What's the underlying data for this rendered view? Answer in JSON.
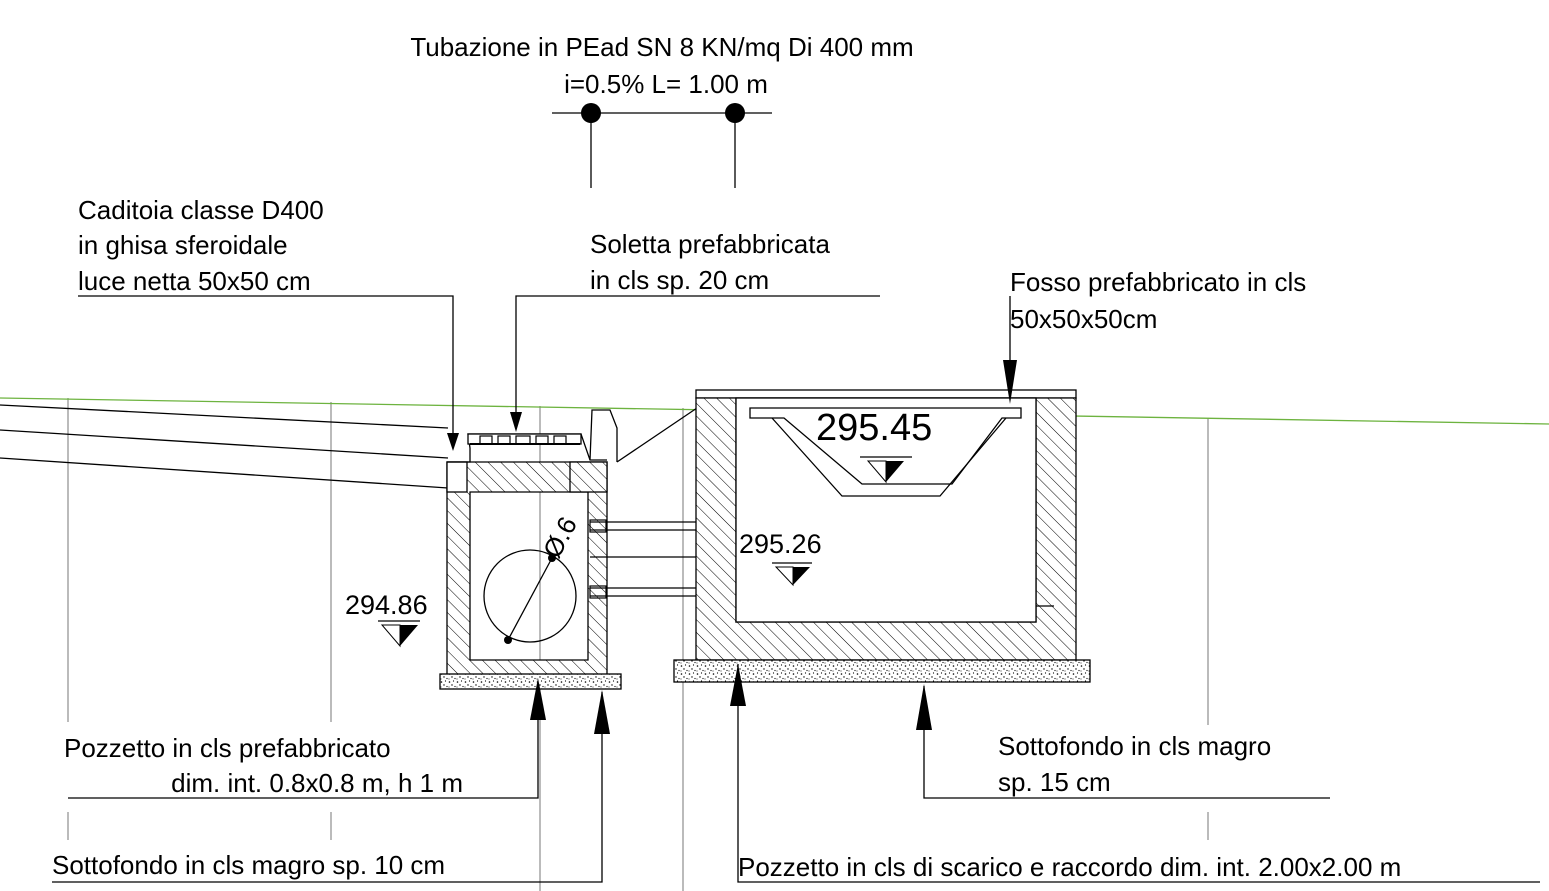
{
  "labels": {
    "pipe_line1": "Tubazione in PEad  SN 8 KN/mq Di 400 mm",
    "pipe_line2": "i=0.5% L= 1.00 m",
    "grate_line1": "Caditoia classe D400",
    "grate_line2": "in ghisa sferoidale",
    "grate_line3": "luce netta 50x50 cm",
    "slab_line1": "Soletta prefabbricata",
    "slab_line2": "in cls sp. 20 cm",
    "ditch_line1": "Fosso prefabbricato in cls",
    "ditch_line2": "50x50x50cm",
    "manhole_line1": "Pozzetto in cls prefabbricato",
    "manhole_line2": "dim. int. 0.8x0.8 m, h 1 m",
    "base_small": "Sottofondo in cls magro sp. 10 cm",
    "base_large_line1": "Sottofondo in cls magro",
    "base_large_line2": "sp. 15 cm",
    "outlet_chamber": "Pozzetto in cls di scarico e raccordo dim. int. 2.00x2.00 m"
  },
  "elevations": {
    "ditch": "295.45",
    "pipe_invert": "295.26",
    "manhole_bottom": "294.86"
  },
  "dimensions": {
    "diameter": "Ø.6"
  },
  "colors": {
    "ground_line": "#6db33f",
    "ink": "#000000"
  }
}
